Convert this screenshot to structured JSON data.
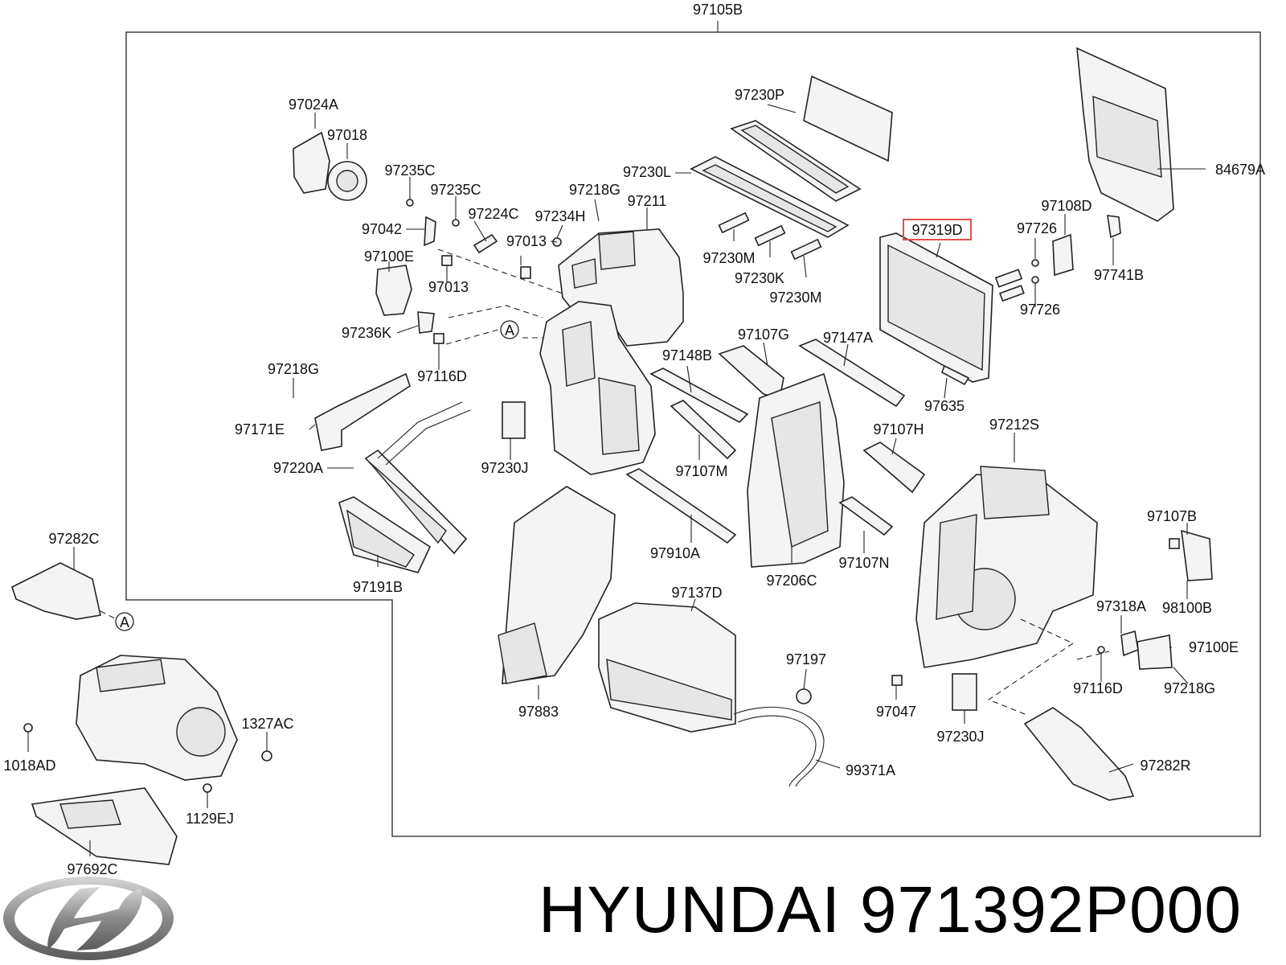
{
  "diagram": {
    "assembly_label": "97105B",
    "highlighted_part": "97319D",
    "reference_marker": "A",
    "part_labels": [
      "97105B",
      "97024A",
      "97018",
      "97235C",
      "97235C",
      "97042",
      "97224C",
      "97218G",
      "97211",
      "97234H",
      "97013",
      "97013",
      "97100E",
      "97236K",
      "97116D",
      "97230P",
      "97230L",
      "97230M",
      "97230K",
      "97230M",
      "97319D",
      "97108D",
      "97726",
      "97726",
      "97741B",
      "84679A",
      "97635",
      "97107G",
      "97147A",
      "97148B",
      "97107M",
      "97107H",
      "97212S",
      "97218G",
      "97171E",
      "97220A",
      "97230J",
      "97191B",
      "97282C",
      "97910A",
      "97206C",
      "97107N",
      "97107B",
      "98100B",
      "97318A",
      "97100E",
      "97116D",
      "97218G",
      "97137D",
      "97197",
      "97047",
      "97230J",
      "97883",
      "99371A",
      "97282R",
      "1327AC",
      "1018AD",
      "1129EJ",
      "97692C"
    ]
  },
  "footer": {
    "brand": "HYUNDAI",
    "part_number": "971392P000"
  },
  "icons": {
    "logo": "hyundai-logo-icon"
  }
}
